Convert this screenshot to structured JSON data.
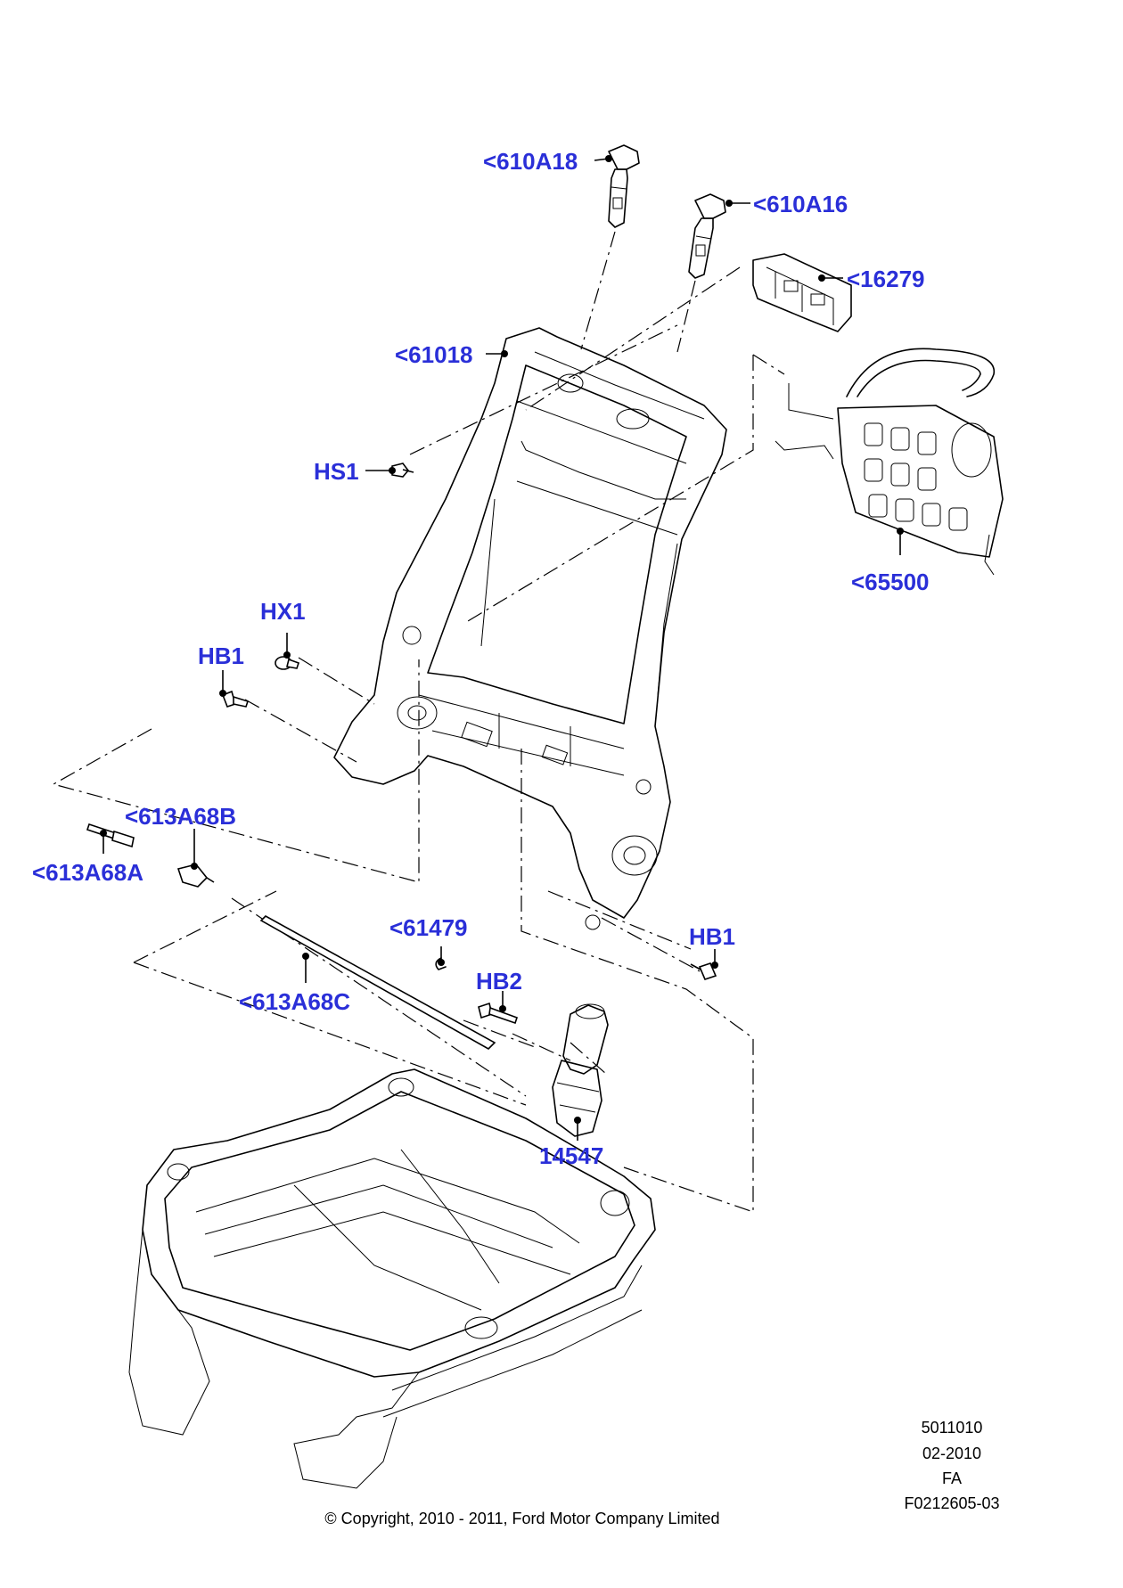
{
  "diagram": {
    "label_color": "#2a2fd8",
    "line_color": "#000000",
    "background": "#ffffff",
    "callouts": {
      "p610A18": "<610A18",
      "p610A16": "<610A16",
      "p16279": "<16279",
      "p61018": "<61018",
      "hs1": "HS1",
      "p65500": "<65500",
      "hx1": "HX1",
      "hb1_left": "HB1",
      "p613A68B": "<613A68B",
      "p613A68A": "<613A68A",
      "p61479": "<61479",
      "hb1_right": "HB1",
      "hb2": "HB2",
      "p613A68C": "<613A68C",
      "p14547": "14547"
    }
  },
  "footer": {
    "ref_code": "5011010",
    "date": "02-2010",
    "version": "FA",
    "figure_id": "F0212605-03",
    "copyright": "© Copyright, 2010 - 2011, Ford Motor Company Limited"
  }
}
